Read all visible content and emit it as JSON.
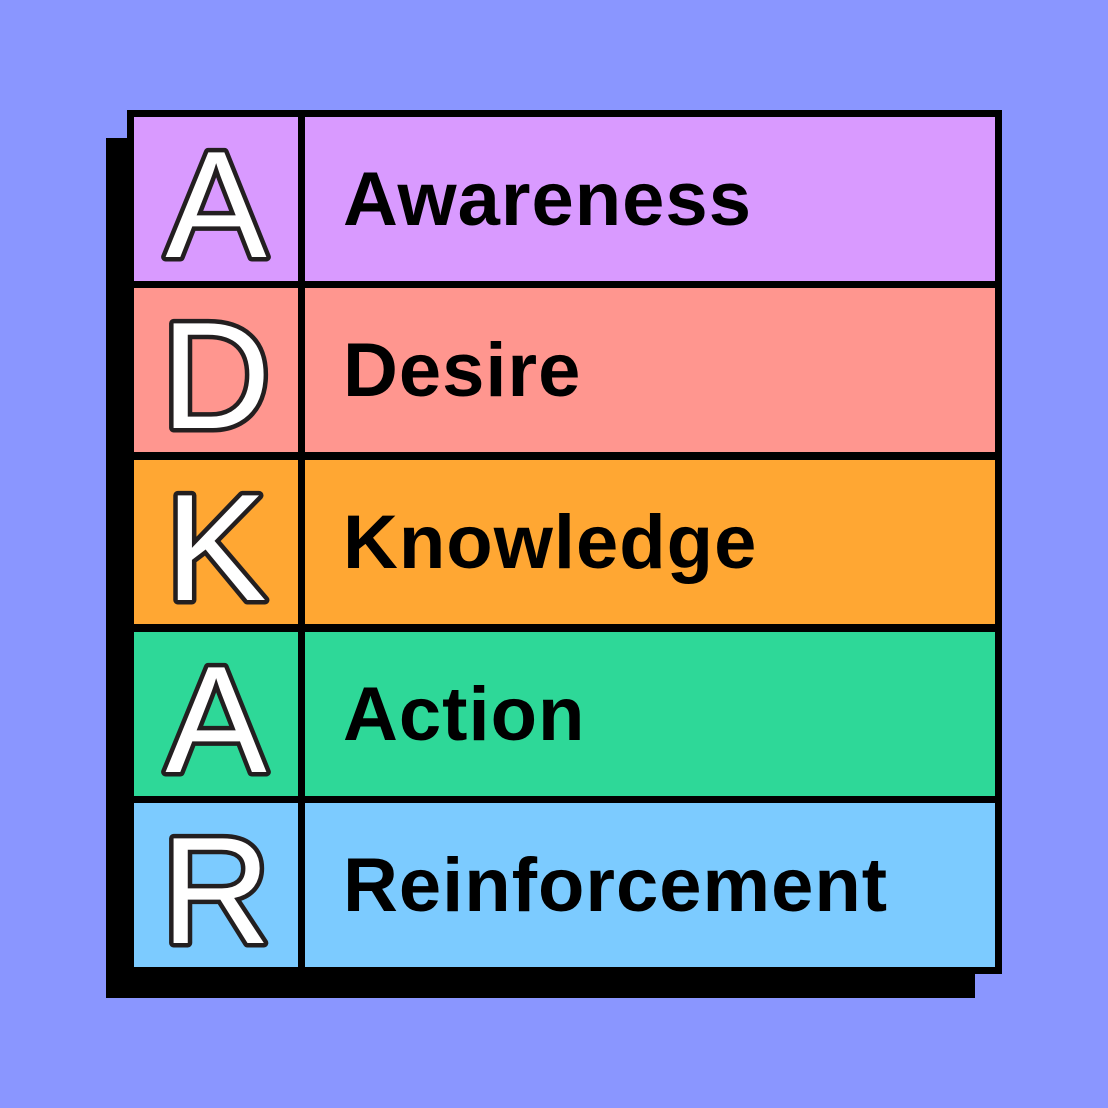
{
  "diagram": {
    "background_color": "#8a96ff",
    "border_color": "#000000",
    "rows": [
      {
        "letter": "A",
        "label": "Awareness",
        "color": "#d99aff"
      },
      {
        "letter": "D",
        "label": "Desire",
        "color": "#ff968f"
      },
      {
        "letter": "K",
        "label": "Knowledge",
        "color": "#ffa733"
      },
      {
        "letter": "A",
        "label": "Action",
        "color": "#2ed898"
      },
      {
        "letter": "R",
        "label": "Reinforcement",
        "color": "#7ccbff"
      }
    ]
  }
}
